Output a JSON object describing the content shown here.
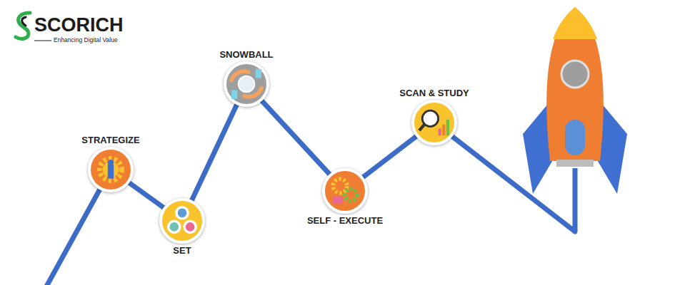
{
  "diagram": {
    "nodes": [
      {
        "text": [
          "STRATEGIZE"
        ]
      },
      {
        "text": [
          "SET"
        ]
      },
      {
        "text": [
          "SNOWBALL"
        ]
      },
      {
        "text": [
          "SELF - EXECUTE"
        ]
      },
      {
        "text": [
          "SCAN & STUDY"
        ]
      }
    ],
    "edges": [
      {
        "from": 0,
        "to": 1,
        "arrow": "none"
      },
      {
        "from": 1,
        "to": 2,
        "arrow": "none"
      },
      {
        "from": 2,
        "to": 3,
        "arrow": "none"
      },
      {
        "from": 3,
        "to": 4,
        "arrow": "none"
      }
    ],
    "labels": [
      "SCORICH",
      "Enhancing Digital Value"
    ]
  }
}
